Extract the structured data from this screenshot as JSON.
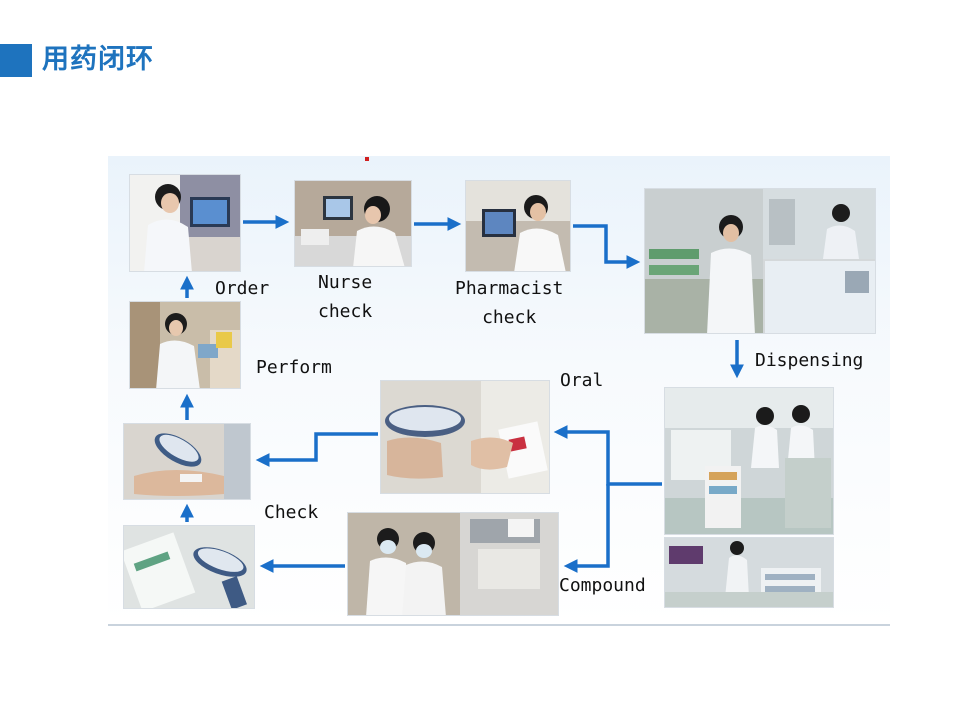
{
  "slide": {
    "title": "用药闭环"
  },
  "steps": {
    "order": "Order",
    "nurse_check": "Nurse\ncheck",
    "pharmacist_check": "Pharmacist\ncheck",
    "dispensing": "Dispensing",
    "oral": "Oral",
    "compound": "Compound",
    "check": "Check",
    "perform": "Perform"
  },
  "colors": {
    "accent": "#1e73be",
    "arrow": "#1a6fc9"
  }
}
